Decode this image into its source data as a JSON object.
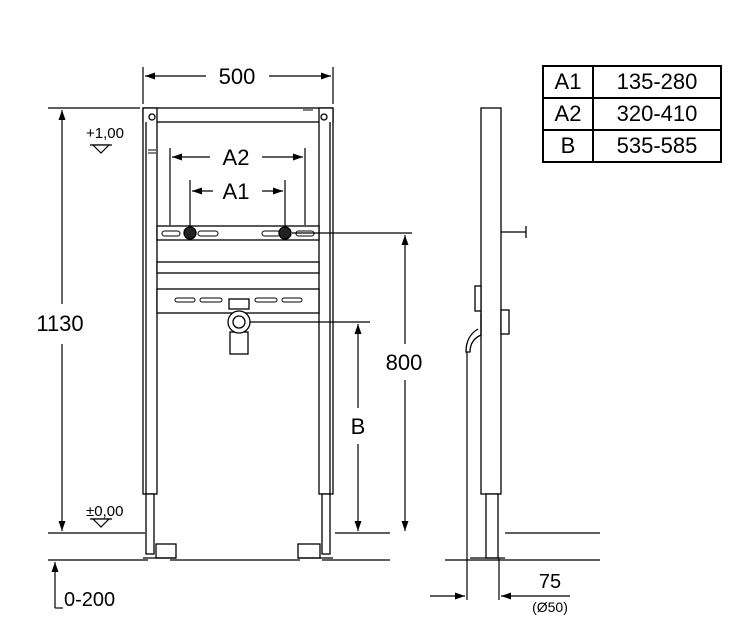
{
  "dimensions": {
    "frame_width": "500",
    "total_height": "1130",
    "connection_height": "800",
    "level_top": "+1,00",
    "level_floor": "±0,00",
    "adjust_range": "0-200",
    "depth": "75",
    "pipe_diameter": "(Ø50)",
    "label_a1": "A1",
    "label_a2": "A2",
    "label_b": "B"
  },
  "spec_table": {
    "rows": [
      {
        "code": "A1",
        "range": "135-280"
      },
      {
        "code": "A2",
        "range": "320-410"
      },
      {
        "code": "B",
        "range": "535-585"
      }
    ]
  }
}
